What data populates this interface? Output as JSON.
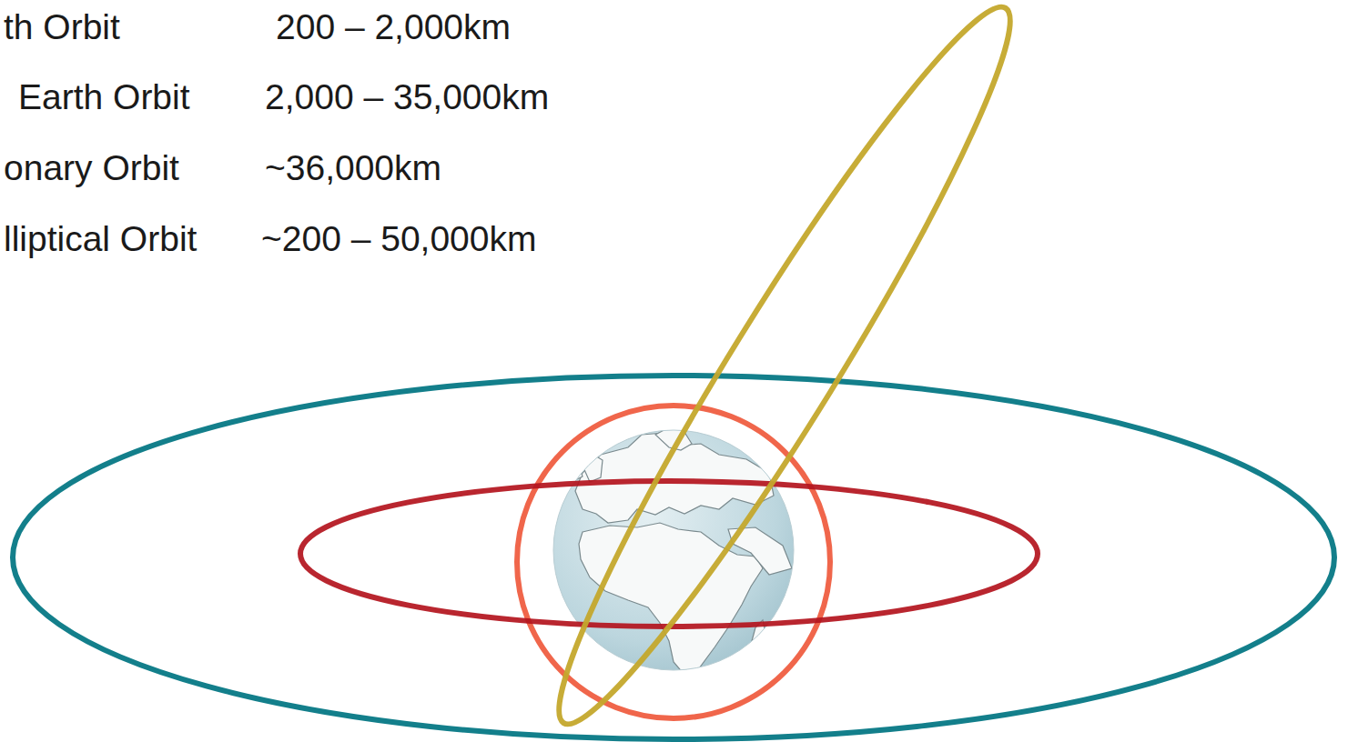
{
  "diagram": {
    "labels": [
      "th Orbit",
      "200 – 2,000km",
      "Earth Orbit",
      "2,000 – 35,000km",
      "onary Orbit",
      "~36,000km",
      "lliptical Orbit",
      "~200 – 50,000km"
    ]
  }
}
